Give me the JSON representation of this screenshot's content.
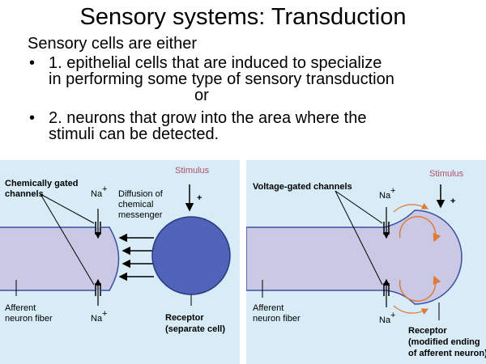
{
  "slide": {
    "title": "Sensory systems: Transduction",
    "subtitle": "Sensory cells are either",
    "bullets": [
      {
        "line1": "1. epithelial cells that are induced to specialize",
        "line2": "in performing some type of sensory transduction",
        "or": "or"
      },
      {
        "line1": "2. neurons that grow into the area where the",
        "line2": "stimuli can be detected."
      }
    ]
  },
  "left_diagram": {
    "heading_1": "Chemically gated",
    "heading_2": "channels",
    "ion_top": "Na",
    "ion_bottom": "Na",
    "superscript": "+",
    "diffusion_1": "Diffusion of",
    "diffusion_2": "chemical",
    "diffusion_3": "messenger",
    "stimulus": "Stimulus",
    "plus": "+",
    "fiber_1": "Afferent",
    "fiber_2": "neuron fiber",
    "receptor_1": "Receptor",
    "receptor_2": "(separate cell)"
  },
  "right_diagram": {
    "heading": "Voltage-gated channels",
    "ion_top": "Na",
    "ion_bottom": "Na",
    "superscript": "+",
    "stimulus": "Stimulus",
    "plus": "+",
    "fiber_1": "Afferent",
    "fiber_2": "neuron fiber",
    "receptor_1": "Receptor",
    "receptor_2": "(modified ending",
    "receptor_3": "of afferent neuron)"
  },
  "colors": {
    "panel_bg": "#d7ecf6",
    "fiber": "#c9c9e6",
    "receptor": "#4f64b8",
    "stimulus": "#b0506a",
    "current_arrows": "#e07a3a"
  }
}
